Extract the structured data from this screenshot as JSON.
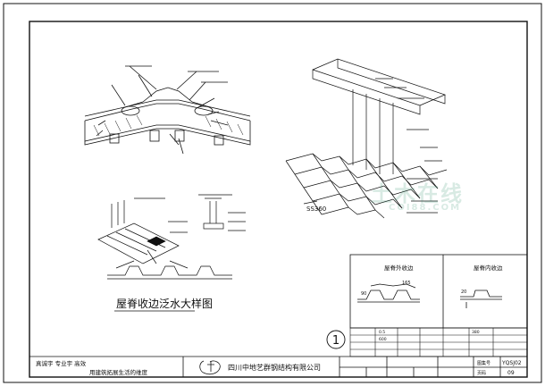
{
  "drawing": {
    "main_title": "屋脊收边泛水大样图",
    "sheet_mark": "1",
    "slogan_left": "真诚宇 专业宇 高效",
    "slogan_right": "用建筑拓展生活的维度",
    "company": "四川中地艺群钢结构有限公司",
    "pattern_label": "SS360",
    "watermark_text": "土木在线",
    "watermark_url": "COI88.COM"
  },
  "details": {
    "outer": {
      "title": "屋脊外收边",
      "dim1": "90",
      "dim2": "165"
    },
    "inner": {
      "title": "屋脊内收边",
      "dim1": "20"
    }
  },
  "spec_table": {
    "rows": [
      {
        "label": "",
        "value": "0.5",
        "extra": ""
      },
      {
        "label": "",
        "value": "600",
        "extra": ""
      },
      {
        "label": "",
        "value": "",
        "extra": ""
      },
      {
        "label": "",
        "value": "",
        "extra": ""
      }
    ],
    "rows_right": [
      {
        "label": "",
        "value": "380",
        "extra": ""
      },
      {
        "label": "",
        "value": "",
        "extra": ""
      },
      {
        "label": "",
        "value": "",
        "extra": ""
      }
    ]
  },
  "title_block": {
    "project": "",
    "drawing_name": "",
    "drawing_no_label": "图集号",
    "drawing_no": "YQSJ02",
    "page_label": "页码",
    "page": "09",
    "check_label": "",
    "design_label": ""
  },
  "colors": {
    "line": "#111111",
    "paper": "#ffffff",
    "watermark": "#2f8f6a"
  }
}
